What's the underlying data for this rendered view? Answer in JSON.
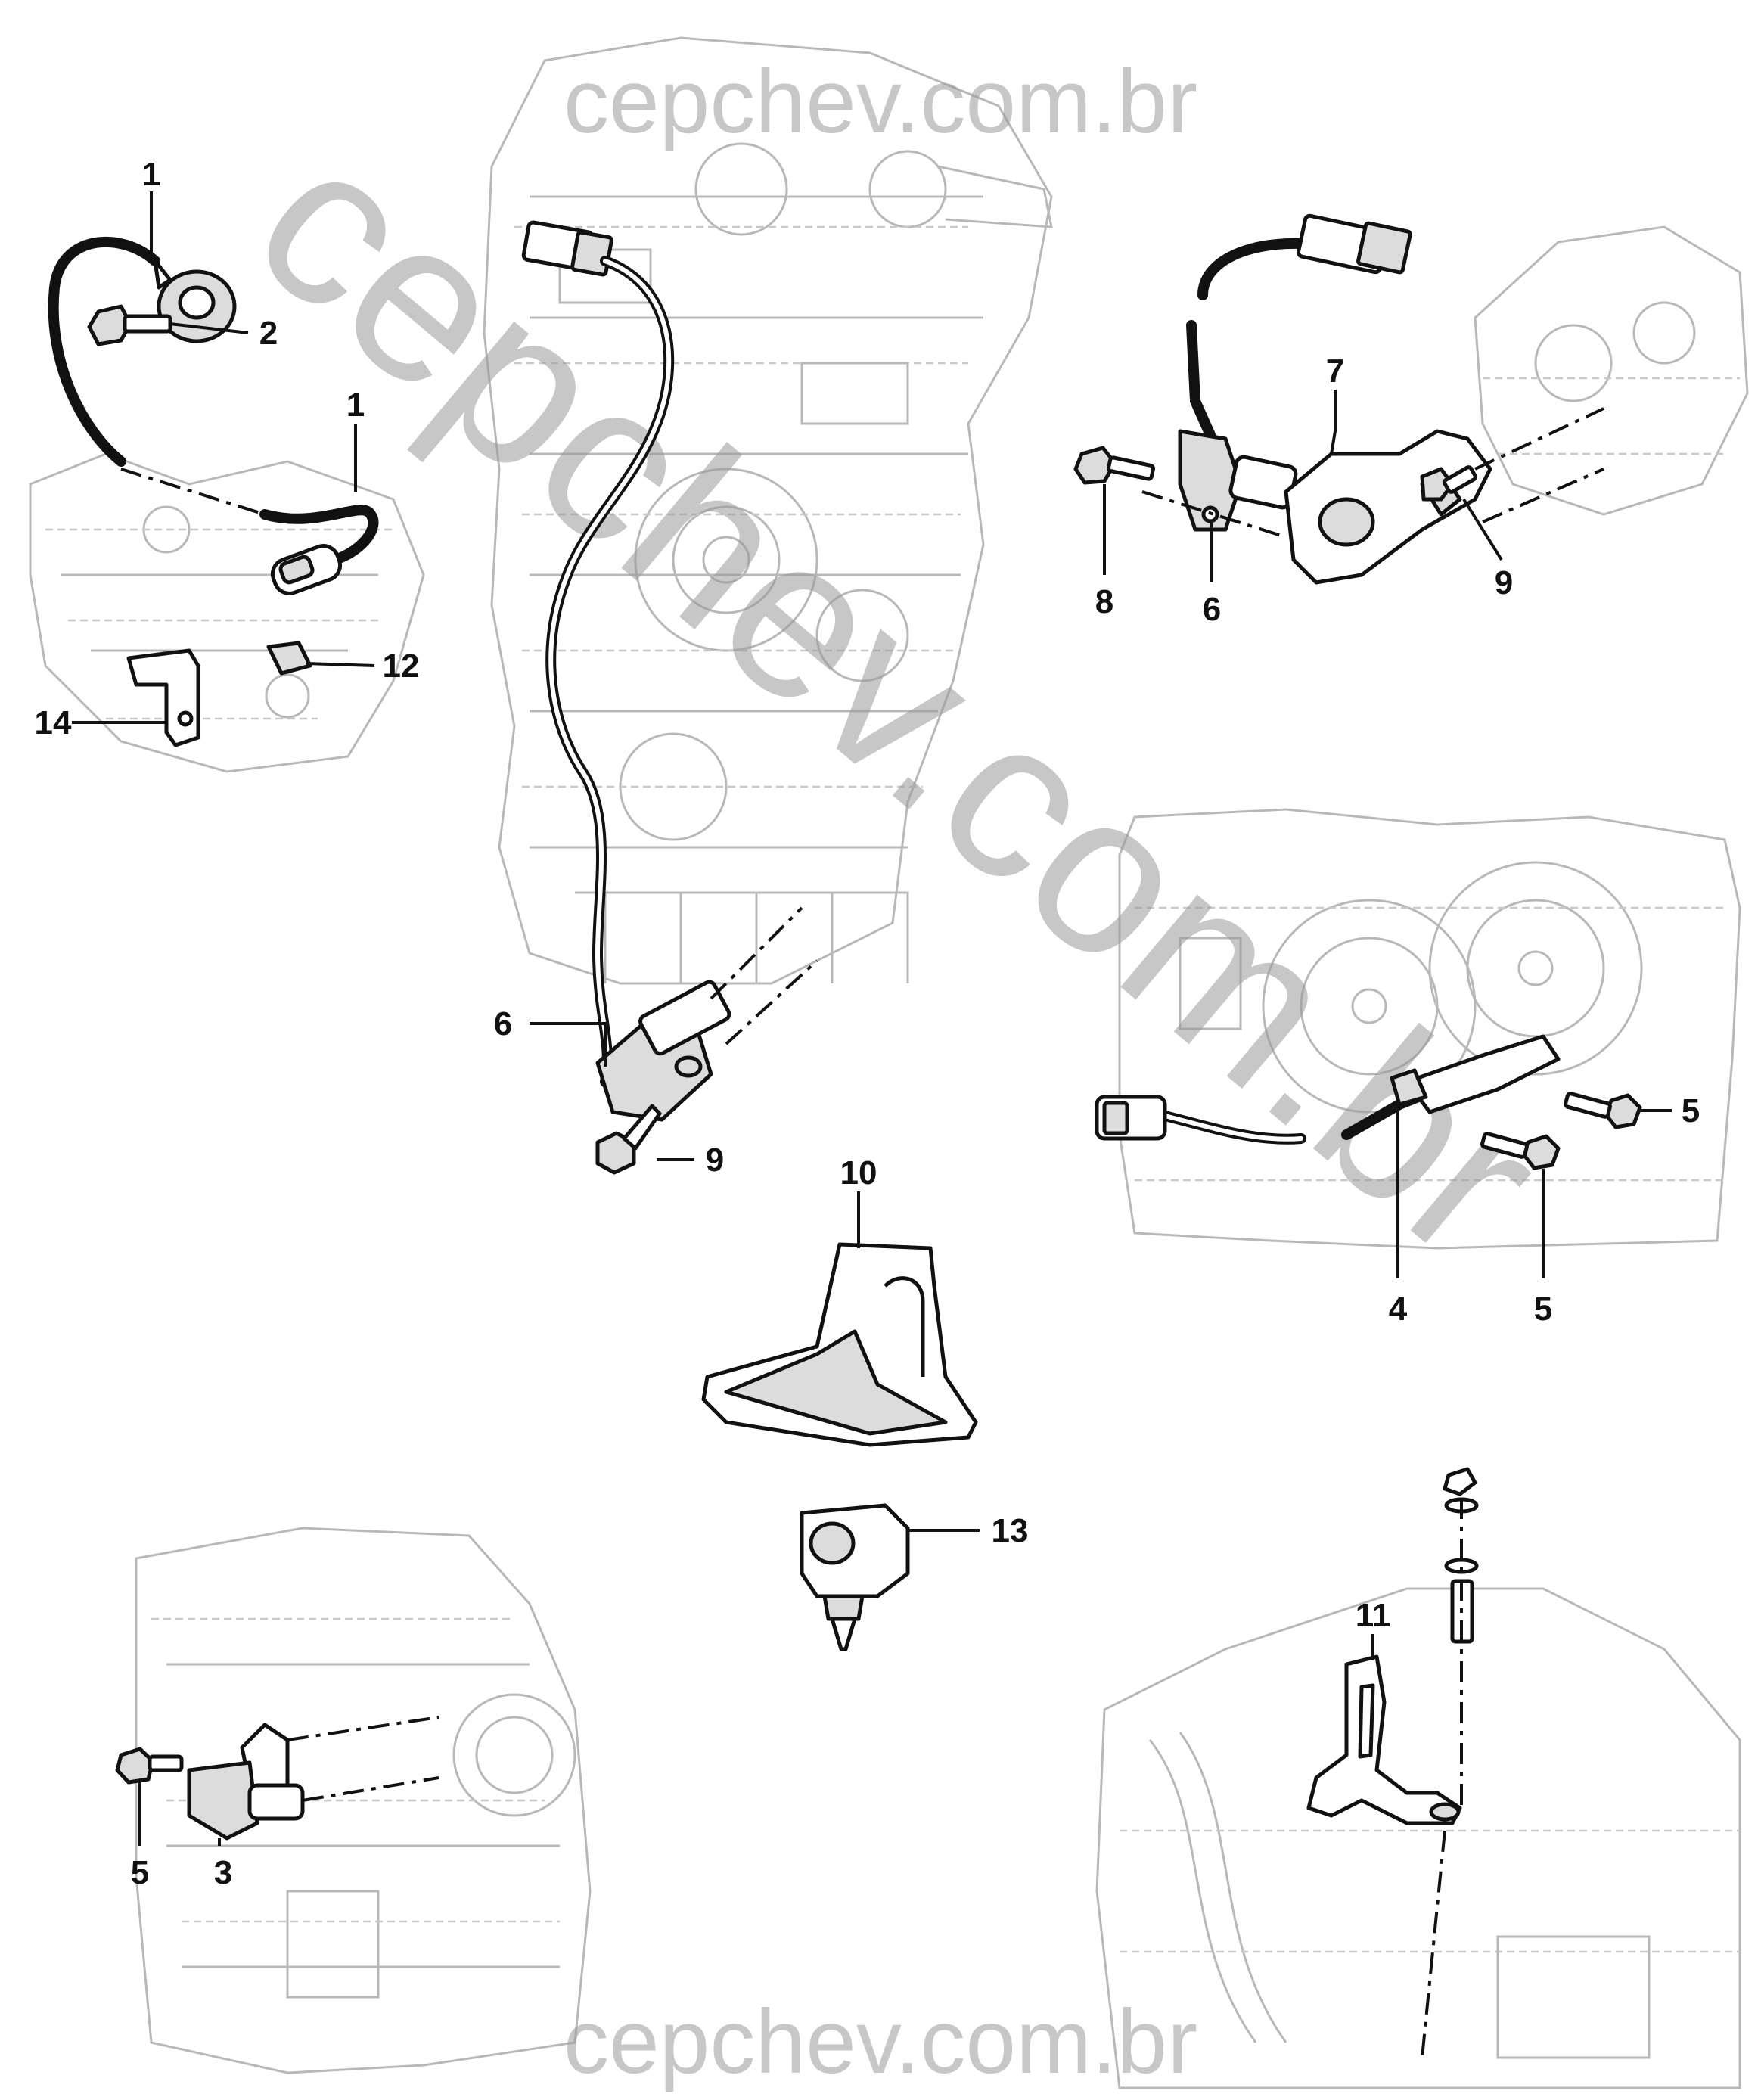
{
  "watermark": {
    "top": "cepchev.com.br",
    "bottom": "cepchev.com.br",
    "diagonal": "cepchev.com.br"
  },
  "callouts": {
    "c1a": "1",
    "c2": "2",
    "c1b": "1",
    "c12": "12",
    "c14": "14",
    "c6a": "6",
    "c9a": "9",
    "c10": "10",
    "c13": "13",
    "c7": "7",
    "c8": "8",
    "c6b": "6",
    "c9b": "9",
    "c5a": "5",
    "c5b": "5",
    "c4": "4",
    "c5c": "5",
    "c3": "3",
    "c11": "11"
  }
}
